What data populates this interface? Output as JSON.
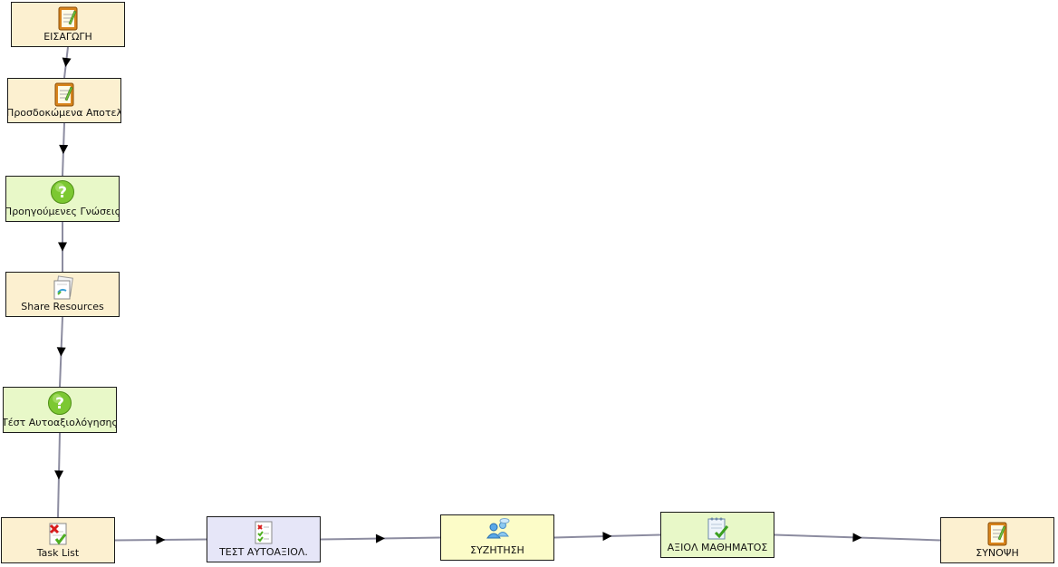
{
  "diagram": {
    "nodes": [
      {
        "id": "n1",
        "label": "ΕΙΣΑΓΩΓΗ",
        "icon": "notepad-icon",
        "color": "amber"
      },
      {
        "id": "n2",
        "label": "Προσδοκώμενα Αποτελ",
        "icon": "notepad-icon",
        "color": "amber"
      },
      {
        "id": "n3",
        "label": "Προηγούμενες Γνώσεις",
        "icon": "question-icon",
        "color": "green"
      },
      {
        "id": "n4",
        "label": "Share Resources",
        "icon": "share-resources-icon",
        "color": "amber"
      },
      {
        "id": "n5",
        "label": "Τέστ Αυτοαξιολόγησης",
        "icon": "question-icon",
        "color": "green"
      },
      {
        "id": "n6",
        "label": "Task List",
        "icon": "task-list-icon",
        "color": "amber"
      },
      {
        "id": "n7",
        "label": "ΤΕΣΤ ΑΥΤΟΑΞΙΟΛ.",
        "icon": "test-checklist-icon",
        "color": "lavender"
      },
      {
        "id": "n8",
        "label": "ΣΥΖΗΤΗΣΗ",
        "icon": "chat-users-icon",
        "color": "yellow"
      },
      {
        "id": "n9",
        "label": "ΑΞΙΟΛ ΜΑΘΗΜΑΤΟΣ",
        "icon": "evaluation-notepad-icon",
        "color": "green"
      },
      {
        "id": "n10",
        "label": "ΣΥΝΟΨΗ",
        "icon": "notepad-icon",
        "color": "amber"
      }
    ],
    "edges": [
      {
        "from": "n1",
        "to": "n2"
      },
      {
        "from": "n2",
        "to": "n3"
      },
      {
        "from": "n3",
        "to": "n4"
      },
      {
        "from": "n4",
        "to": "n5"
      },
      {
        "from": "n5",
        "to": "n6"
      },
      {
        "from": "n6",
        "to": "n7"
      },
      {
        "from": "n7",
        "to": "n8"
      },
      {
        "from": "n8",
        "to": "n9"
      },
      {
        "from": "n9",
        "to": "n10"
      }
    ],
    "colors": {
      "amber": "#fcf0d0",
      "green": "#e8f8c8",
      "lavender": "#e6e6f8",
      "yellow": "#fcfcc8",
      "edge": "#8c8ca0",
      "arrow": "#000000"
    }
  }
}
